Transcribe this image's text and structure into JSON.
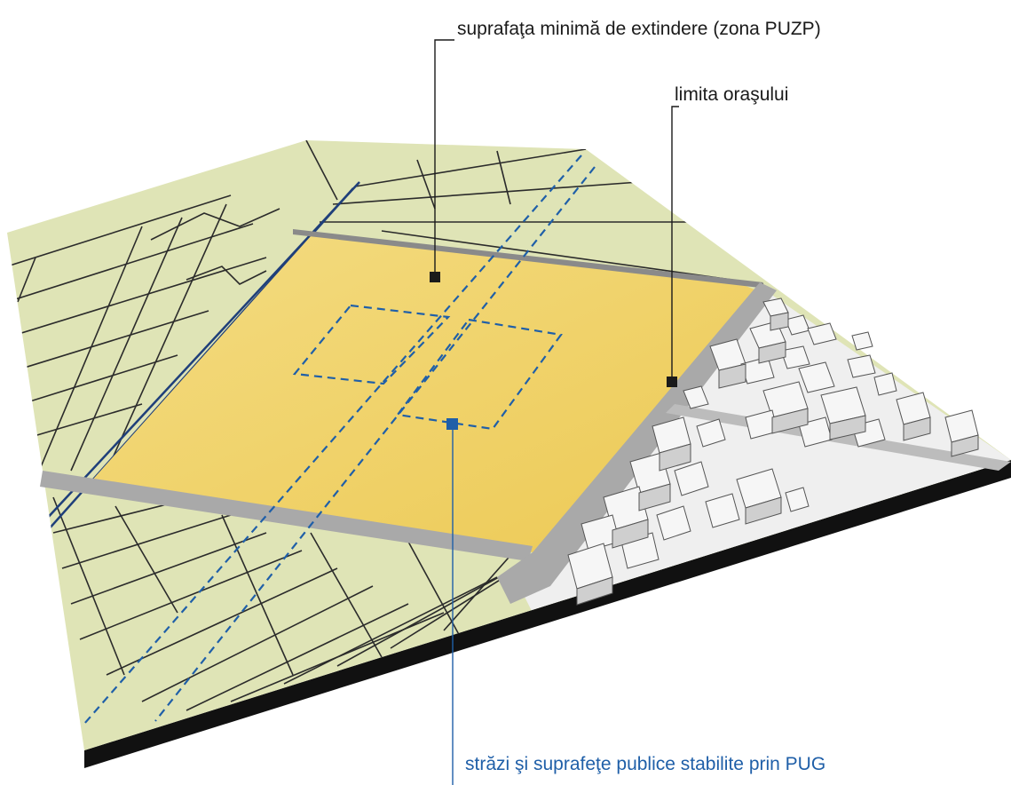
{
  "labels": {
    "extension_zone": "suprafaţa minimă de extindere (zona PUZP)",
    "city_limit": "limita oraşului",
    "public_streets": "străzi şi suprafeţe publice stabilite prin PUG"
  },
  "colors": {
    "farmland": "#dfe4b6",
    "extension_zone_fill": "#f1d466",
    "roads": "#a9a9a9",
    "built_area": "#efefef",
    "buildings": "#f4f4f4",
    "parcel_lines": "#2b2b2b",
    "canal": "#1f3f7a",
    "planned_streets": "#1f5fa8",
    "base_edge": "#111111",
    "label_text": "#1a1a1a"
  }
}
